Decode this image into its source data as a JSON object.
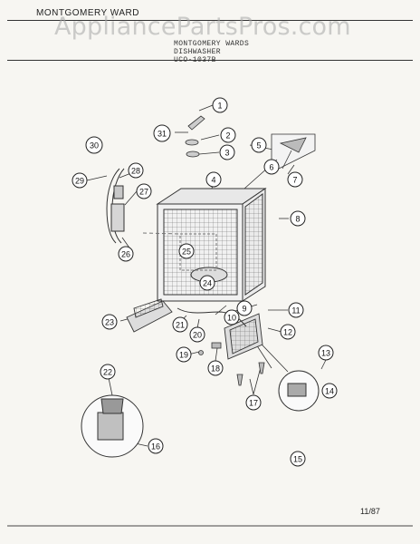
{
  "header": {
    "brand": "MONTGOMERY WARD",
    "line1": "MONTGOMERY WARDS",
    "line2": "DISHWASHER",
    "line3": "UCO-1037B"
  },
  "watermark": "AppliancePartsPros.com",
  "page_code": "11/87",
  "callouts": [
    "1",
    "2",
    "3",
    "4",
    "5",
    "6",
    "7",
    "8",
    "9",
    "10",
    "11",
    "12",
    "13",
    "14",
    "15",
    "16",
    "17",
    "18",
    "19",
    "20",
    "21",
    "22",
    "23",
    "24",
    "25",
    "26",
    "27",
    "28",
    "29",
    "30",
    "31"
  ]
}
